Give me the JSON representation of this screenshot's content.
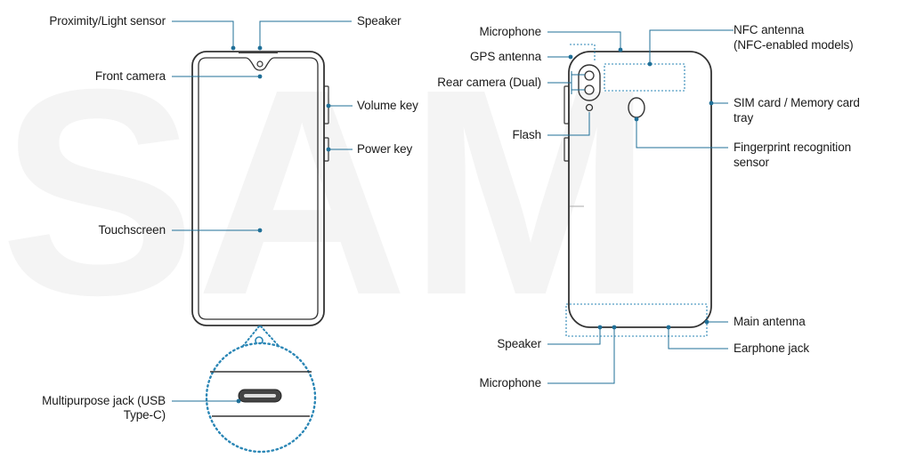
{
  "watermark": "SAM",
  "colors": {
    "leader": "#1f6f97",
    "outline": "#333333",
    "accent": "#2a86b5"
  },
  "front_labels": {
    "proximity_sensor": "Proximity/Light sensor",
    "speaker": "Speaker",
    "front_camera": "Front camera",
    "volume_key": "Volume key",
    "power_key": "Power key",
    "touchscreen": "Touchscreen",
    "multipurpose_jack_line1": "Multipurpose jack (USB",
    "multipurpose_jack_line2": "Type-C)"
  },
  "back_labels": {
    "microphone_top": "Microphone",
    "gps_antenna": "GPS antenna",
    "rear_camera": "Rear camera (Dual)",
    "flash": "Flash",
    "nfc_antenna_line1": "NFC antenna",
    "nfc_antenna_line2": "(NFC-enabled models)",
    "sim_tray_line1": "SIM card / Memory card",
    "sim_tray_line2": "tray",
    "fingerprint_line1": "Fingerprint recognition",
    "fingerprint_line2": "sensor",
    "main_antenna": "Main antenna",
    "earphone_jack": "Earphone jack",
    "speaker_bottom": "Speaker",
    "microphone_bottom": "Microphone"
  }
}
